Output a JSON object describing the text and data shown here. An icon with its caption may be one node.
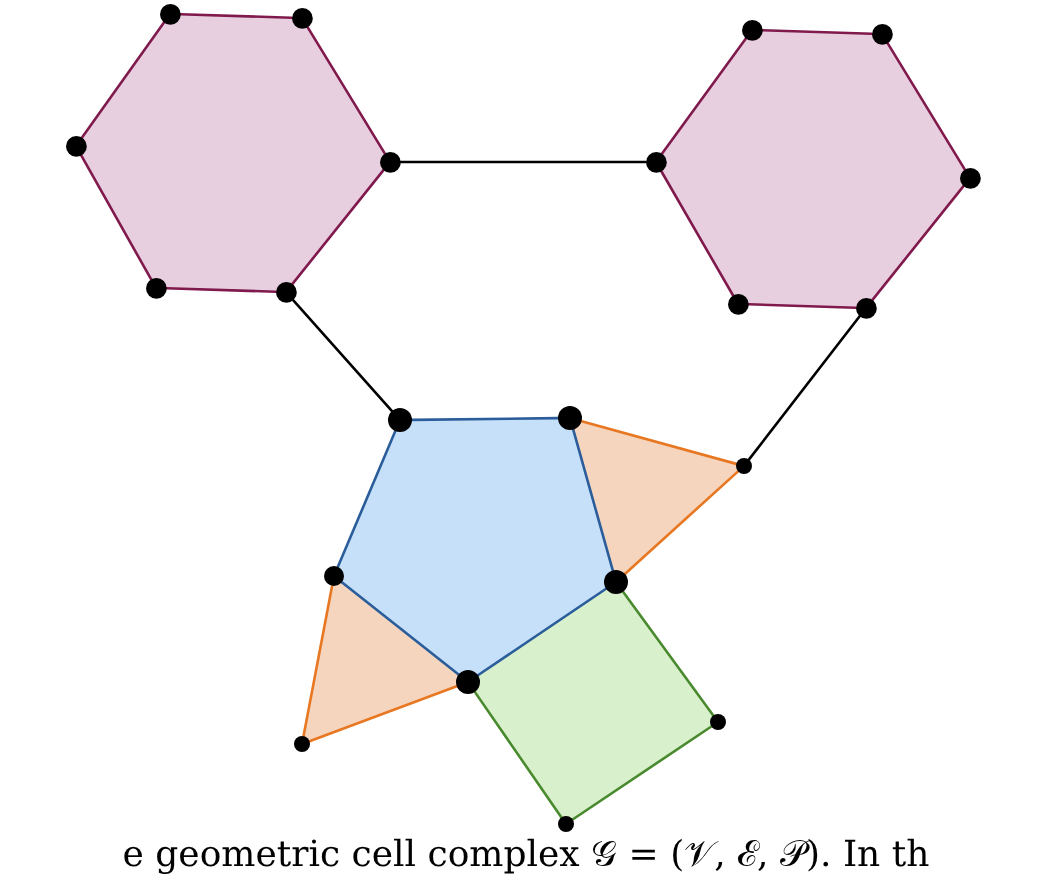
{
  "diagram": {
    "caption": "e geometric cell complex 𝒢 = (𝒱, ℰ, 𝒫). In th",
    "nodes": [
      {
        "text": [],
        "shape": "hexagon"
      },
      {
        "text": [],
        "shape": "hexagon"
      },
      {
        "text": [],
        "shape": "pentagon"
      },
      {
        "text": [],
        "shape": "triangle"
      },
      {
        "text": [],
        "shape": "triangle"
      },
      {
        "text": [],
        "shape": "square"
      },
      {
        "text": [],
        "shape": "circle"
      },
      {
        "text": [],
        "shape": "circle"
      },
      {
        "text": [],
        "shape": "circle"
      },
      {
        "text": [],
        "shape": "circle"
      },
      {
        "text": [],
        "shape": "circle"
      },
      {
        "text": [],
        "shape": "circle"
      },
      {
        "text": [],
        "shape": "circle"
      },
      {
        "text": [],
        "shape": "circle"
      },
      {
        "text": [],
        "shape": "circle"
      },
      {
        "text": [],
        "shape": "circle"
      },
      {
        "text": [],
        "shape": "circle"
      },
      {
        "text": [],
        "shape": "circle"
      },
      {
        "text": [],
        "shape": "circle"
      },
      {
        "text": [],
        "shape": "circle"
      },
      {
        "text": [],
        "shape": "circle"
      },
      {
        "text": [],
        "shape": "circle"
      },
      {
        "text": [],
        "shape": "circle"
      },
      {
        "text": [],
        "shape": "circle"
      },
      {
        "text": [],
        "shape": "circle"
      },
      {
        "text": [],
        "shape": "circle"
      },
      {
        "text": [],
        "shape": "circle"
      }
    ],
    "edges": [
      {
        "from": 6,
        "to": 7,
        "arrow": "none"
      },
      {
        "from": 7,
        "to": 11,
        "arrow": "none"
      },
      {
        "from": 11,
        "to": 15,
        "arrow": "none"
      },
      {
        "from": 15,
        "to": 14,
        "arrow": "none"
      },
      {
        "from": 14,
        "to": 10,
        "arrow": "none"
      },
      {
        "from": 10,
        "to": 6,
        "arrow": "none"
      },
      {
        "from": 8,
        "to": 9,
        "arrow": "none"
      },
      {
        "from": 9,
        "to": 13,
        "arrow": "none"
      },
      {
        "from": 13,
        "to": 17,
        "arrow": "none"
      },
      {
        "from": 17,
        "to": 16,
        "arrow": "none"
      },
      {
        "from": 16,
        "to": 12,
        "arrow": "none"
      },
      {
        "from": 12,
        "to": 8,
        "arrow": "none"
      },
      {
        "from": 11,
        "to": 12,
        "arrow": "none",
        "color": "#000000"
      },
      {
        "from": 15,
        "to": 18,
        "arrow": "none",
        "color": "#000000"
      },
      {
        "from": 17,
        "to": 20,
        "arrow": "none",
        "color": "#000000"
      },
      {
        "from": 18,
        "to": 19,
        "arrow": "none",
        "color": "#2a5d9a"
      },
      {
        "from": 19,
        "to": 22,
        "arrow": "none",
        "color": "#2a5d9a"
      },
      {
        "from": 22,
        "to": 23,
        "arrow": "none",
        "color": "#2a5d9a"
      },
      {
        "from": 23,
        "to": 21,
        "arrow": "none",
        "color": "#2a5d9a"
      },
      {
        "from": 21,
        "to": 18,
        "arrow": "none",
        "color": "#2a5d9a"
      },
      {
        "from": 19,
        "to": 20,
        "arrow": "none",
        "color": "#e87722"
      },
      {
        "from": 20,
        "to": 22,
        "arrow": "none",
        "color": "#e87722"
      },
      {
        "from": 21,
        "to": 25,
        "arrow": "none",
        "color": "#e87722"
      },
      {
        "from": 25,
        "to": 23,
        "arrow": "none",
        "color": "#e87722"
      },
      {
        "from": 22,
        "to": 24,
        "arrow": "none",
        "color": "#4a8a2e"
      },
      {
        "from": 24,
        "to": 26,
        "arrow": "none",
        "color": "#4a8a2e"
      },
      {
        "from": 26,
        "to": 23,
        "arrow": "none",
        "color": "#4a8a2e"
      }
    ]
  }
}
